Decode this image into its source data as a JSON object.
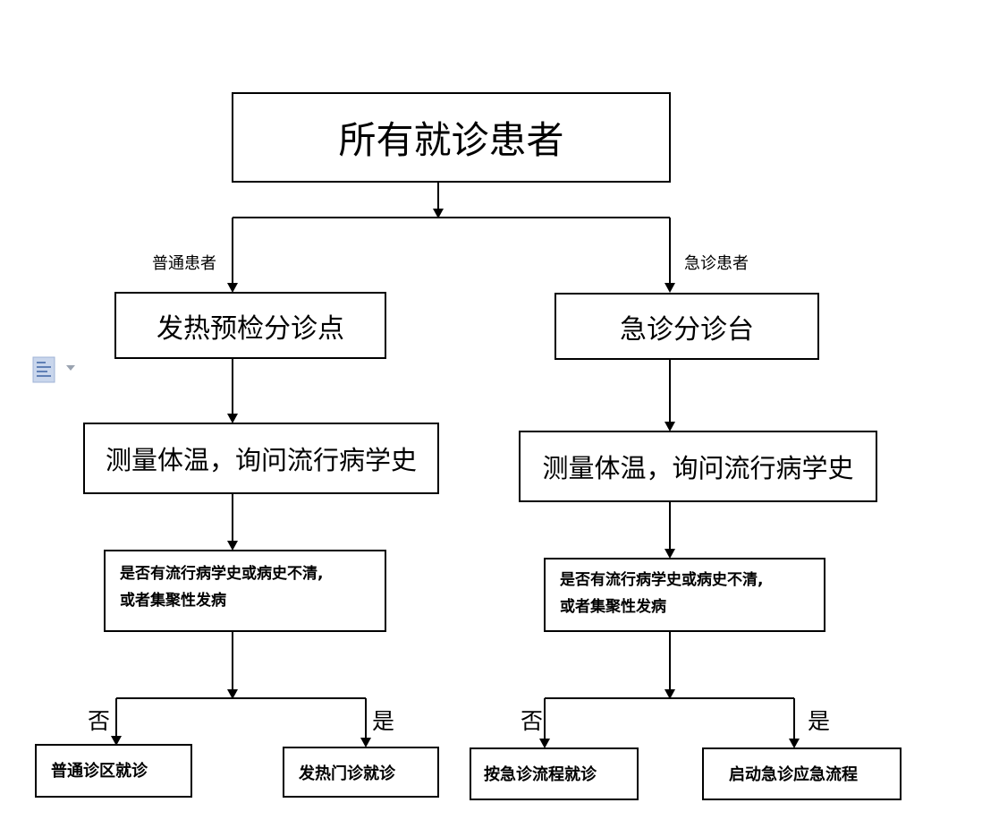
{
  "nodes": {
    "all_patients": "所有就诊患者",
    "fever_triage": "发热预检分诊点",
    "emergency_triage": "急诊分诊台",
    "measure_left": "测量体温，询问流行病学史",
    "measure_right": "测量体温，询问流行病学史",
    "question_left_line1": "是否有流行病学史或病史不清,",
    "question_left_line2": "或者集聚性发病",
    "question_right_line1": "是否有流行病学史或病史不清,",
    "question_right_line2": "或者集聚性发病",
    "general_clinic": "普通诊区就诊",
    "fever_clinic": "发热门诊就诊",
    "emergency_process": "按急诊流程就诊",
    "emergency_plan": "启动急诊应急流程"
  },
  "edge_labels": {
    "general_patients": "普通患者",
    "emergency_patients": "急诊患者",
    "left_no": "否",
    "left_yes": "是",
    "right_no": "否",
    "right_yes": "是"
  },
  "icons": {
    "side_icon": "document-outline-icon"
  }
}
